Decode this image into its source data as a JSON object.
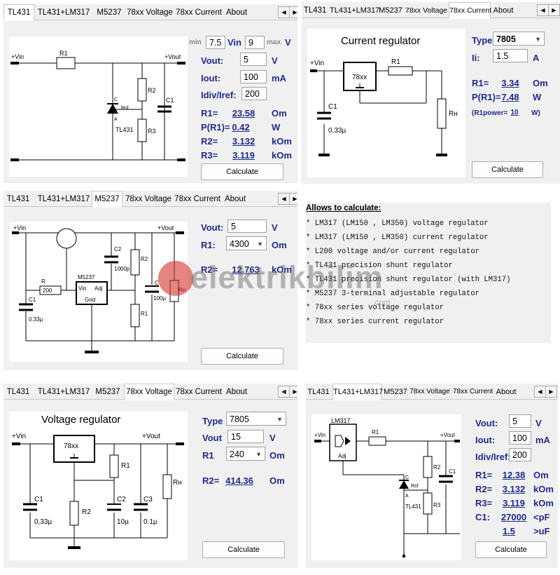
{
  "tabs": {
    "tl431": "TL431",
    "tl431_lm317": "TL431+LM317",
    "m5237": "M5237",
    "v78xx_voltage": "78xx Voltage",
    "v78xx_current": "78xx Current",
    "about": "About",
    "prev_arrow": "◀",
    "next_arrow": "▶"
  },
  "calculate_label": "Calculate",
  "p1": {
    "min_label": "min",
    "vin_min": "7.5",
    "vin_label": "Vin",
    "vin_max": "9",
    "max_label": "max",
    "max_unit": "V",
    "vout_label": "Vout:",
    "vout_value": "5",
    "vout_unit": "V",
    "iout_label": "Iout:",
    "iout_value": "100",
    "iout_unit": "mA",
    "idiv_label": "Idiv/Iref:",
    "idiv_value": "200",
    "r1_label": "R1=",
    "r1_value": "23.58",
    "r1_unit": "Om",
    "p_label": "P(R1)=",
    "p_value": "0.42",
    "p_unit": "W",
    "r2_label": "R2=",
    "r2_value": "3.132",
    "r2_unit": "kOm",
    "r3_label": "R3=",
    "r3_value": "3.119",
    "r3_unit": "kOm",
    "schem": {
      "vin": "+Vin",
      "vout": "+Vout",
      "r1": "R1",
      "r2": "R2",
      "r3": "R3",
      "c1": "C1",
      "c": "C",
      "rsf": "Rsf",
      "a": "A",
      "ic": "TL431"
    }
  },
  "p2": {
    "title": "Current regulator",
    "type_label": "Type",
    "type_value": "7805",
    "ii_label": "Ii:",
    "ii_value": "1.5",
    "ii_unit": "A",
    "r1_label": "R1=",
    "r1_value": "3.34",
    "r1_unit": "Om",
    "p_label": "P(R1)=",
    "p_value": "7.48",
    "p_unit": "W",
    "power_label": "(R1power=",
    "power_value": "10",
    "power_unit": "W)",
    "schem": {
      "vin": "+Vin",
      "ic": "78xx",
      "r1": "R1",
      "c1": "C1",
      "c1_val": "0,33µ",
      "rh": "Rн"
    }
  },
  "p3": {
    "vout_label": "Vout:",
    "vout_value": "5",
    "vout_unit": "V",
    "r1_label": "R1:",
    "r1_value": "4300",
    "r1_unit": "Om",
    "r2_label": "R2=",
    "r2_value": "12.763",
    "r2_unit": "kOm",
    "schem": {
      "vin": "+Vin",
      "vout": "+Vout",
      "r": "R",
      "r_val": "200",
      "c1": "C1",
      "c1_val": "0.33µ",
      "c2": "C2",
      "c2_val": "1000p",
      "r2": "R2",
      "r1": "R1",
      "c3": "C",
      "c3_val": "100µ",
      "rh": "Rн",
      "ic": "M5237",
      "vin_pin": "Vin",
      "adj_pin": "Adj",
      "gnd_pin": "Gnd"
    }
  },
  "info": {
    "heading": "Allows to calculate:",
    "lines": [
      "* LM317 (LM150 , LM350) voltage regulator",
      "* LM317 (LM150 , LM350) current regulator",
      "* L200 voltage and/or current regulator",
      "* TL431 precision shunt regulator",
      "* TL431 precision shunt regulator (with LM317)",
      "* M5237  3-terminal adjustable regulator",
      "* 78xx series voltage regulator",
      "* 78xx series current regulator"
    ]
  },
  "watermark": {
    "text": "elektrikbilim",
    "suffix": ".com"
  },
  "p4": {
    "title": "Voltage regulator",
    "type_label": "Type",
    "type_value": "7805",
    "vout_label": "Vout",
    "vout_value": "15",
    "vout_unit": "V",
    "r1_label": "R1",
    "r1_value": "240",
    "r1_unit": "Om",
    "r2_label": "R2=",
    "r2_value": "414.36",
    "r2_unit": "Om",
    "schem": {
      "vin": "+Vin",
      "vout": "+Vout",
      "ic": "78xx",
      "r1": "R1",
      "r2": "R2",
      "c1": "C1",
      "c1_val": "0,33µ",
      "c2": "C2",
      "c2_val": "10µ",
      "c3": "C3",
      "c3_val": "0.1µ",
      "rh": "Rн"
    }
  },
  "p5": {
    "vout_label": "Vout:",
    "vout_value": "5",
    "vout_unit": "V",
    "iout_label": "Iout:",
    "iout_value": "100",
    "iout_unit": "mA",
    "idiv_label": "Idiv/Iref:",
    "idiv_value": "200",
    "r1_label": "R1=",
    "r1_value": "12.38",
    "r1_unit": "Om",
    "r2_label": "R2=",
    "r2_value": "3.132",
    "r2_unit": "kOm",
    "r3_label": "R3=",
    "r3_value": "3.119",
    "r3_unit": "kOm",
    "c1_label": "C1:",
    "c1_value": "27000",
    "c1_unit": "<pF",
    "c1b_value": "1.5",
    "c1b_unit": ">uF",
    "schem": {
      "ic": "LM317",
      "adj": "Adj",
      "vin": "+Vin",
      "vout": "+Vout",
      "r1": "R1",
      "r2": "R2",
      "r3": "R3",
      "c1": "C1",
      "c": "C",
      "rsf": "Rsf",
      "a": "A",
      "tl": "TL431"
    }
  }
}
